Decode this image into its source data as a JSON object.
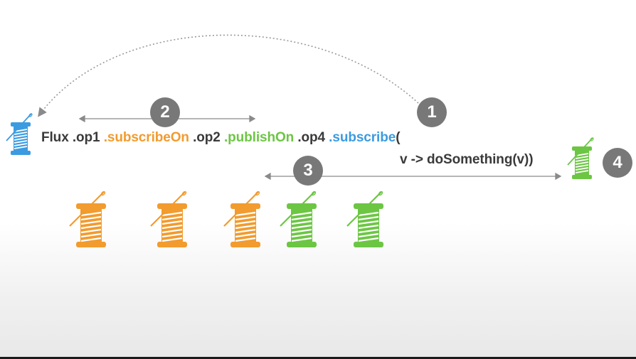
{
  "code": {
    "line1": [
      {
        "text": "Flux",
        "color": "#3a3a3a"
      },
      {
        "text": " .op1 ",
        "color": "#3a3a3a"
      },
      {
        "text": ".subscribeOn",
        "color": "#f29b2e"
      },
      {
        "text": " .op2 ",
        "color": "#3a3a3a"
      },
      {
        "text": ".publishOn",
        "color": "#6cc644"
      },
      {
        "text": " .op4 ",
        "color": "#3a3a3a"
      },
      {
        "text": ".subscribe",
        "color": "#3c9be0"
      },
      {
        "text": "(",
        "color": "#3a3a3a"
      }
    ],
    "line2": "v -> doSomething(v))"
  },
  "badges": [
    "1",
    "2",
    "3",
    "4"
  ],
  "colors": {
    "blue": "#3c9be0",
    "orange": "#f29b2e",
    "green": "#6cc644",
    "badge": "#787878",
    "text": "#3a3a3a"
  },
  "icons": {
    "spool": "thread-spool-with-needle-icon"
  }
}
